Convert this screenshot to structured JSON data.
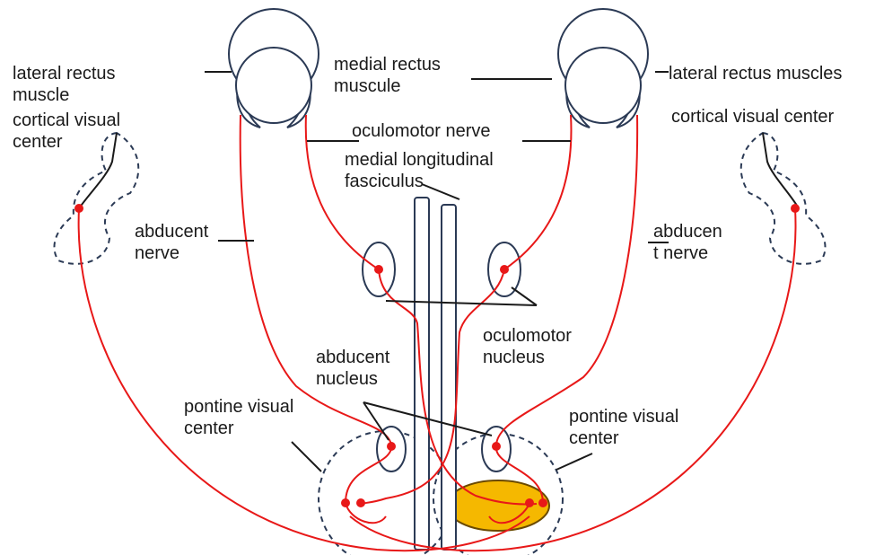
{
  "labels": {
    "lateral_rectus_left": "lateral rectus\nmuscle",
    "medial_rectus": "medial rectus\nmuscule",
    "lateral_rectus_right": "lateral rectus muscles",
    "cortical_visual_left": "cortical visual\ncenter",
    "cortical_visual_right": "cortical visual center",
    "oculomotor_nerve": "oculomotor nerve",
    "mlf": "medial longitudinal\nfasciculus",
    "abducent_nerve_left": "abducent\nnerve",
    "abducent_nerve_right": "abducen\nt nerve",
    "oculomotor_nucleus": "oculomotor\nnucleus",
    "abducent_nucleus": "abducent\nnucleus",
    "pontine_visual_left": "pontine visual\ncenter",
    "pontine_visual_right": "pontine visual\ncenter"
  },
  "colors": {
    "nerve": "#e81818",
    "outline": "#2b3a55",
    "pontine_highlight": "#f5b800"
  }
}
